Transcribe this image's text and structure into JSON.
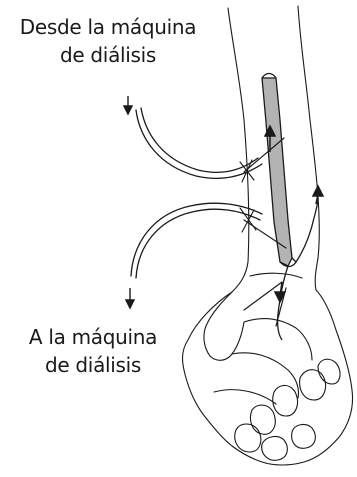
{
  "labels": {
    "from_machine": {
      "line1": "Desde la máquina",
      "line2": "de diálisis"
    },
    "to_machine": {
      "line1": "A la máquina",
      "line2": "de diálisis"
    }
  },
  "colors": {
    "ink": "#1a1a1a",
    "vessel_fill": "#b3b3b3",
    "background": "#ffffff"
  }
}
